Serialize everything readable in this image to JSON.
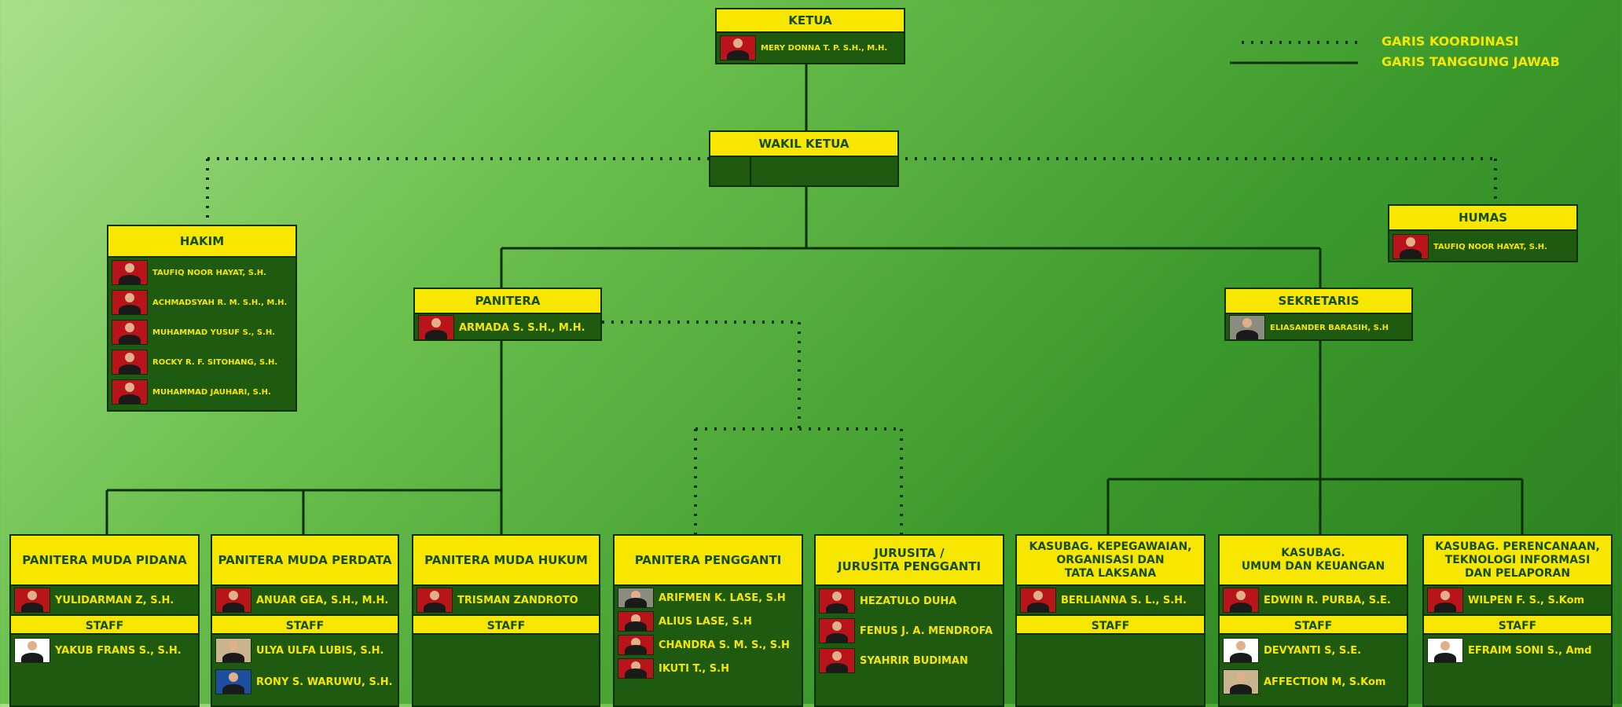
{
  "legend": {
    "coord": "GARIS KOORDINASI",
    "resp": "GARIS TANGGUNG JAWAB"
  },
  "ketua": {
    "title": "KETUA",
    "name": "MERY DONNA T. P. S.H., M.H."
  },
  "wakil": {
    "title": "WAKIL KETUA"
  },
  "hakim": {
    "title": "HAKIM",
    "members": [
      "TAUFIQ NOOR HAYAT, S.H.",
      "ACHMADSYAH R. M. S.H., M.H.",
      "MUHAMMAD YUSUF S., S.H.",
      "ROCKY R. F. SITOHANG, S.H.",
      "MUHAMMAD JAUHARI, S.H."
    ]
  },
  "humas": {
    "title": "HUMAS",
    "name": "TAUFIQ NOOR HAYAT, S.H."
  },
  "panitera": {
    "title": "PANITERA",
    "name": "ARMADA S. S.H., M.H."
  },
  "sekretaris": {
    "title": "SEKRETARIS",
    "name": "ELIASANDER BARASIH, S.H"
  },
  "pm_pidana": {
    "title": "PANITERA MUDA PIDANA",
    "head": "YULIDARMAN Z, S.H.",
    "staff_label": "STAFF",
    "staff": [
      "YAKUB FRANS S., S.H."
    ]
  },
  "pm_perdata": {
    "title": "PANITERA MUDA PERDATA",
    "head": "ANUAR GEA, S.H., M.H.",
    "staff_label": "STAFF",
    "staff": [
      "ULYA ULFA LUBIS, S.H.",
      "RONY S. WARUWU, S.H."
    ]
  },
  "pm_hukum": {
    "title": "PANITERA MUDA HUKUM",
    "head": "TRISMAN ZANDROTO",
    "staff_label": "STAFF",
    "staff": []
  },
  "pengganti": {
    "title": "PANITERA PENGGANTI",
    "members": [
      "ARIFMEN K. LASE, S.H",
      "ALIUS LASE, S.H",
      "CHANDRA S. M. S., S.H",
      "IKUTI T., S.H"
    ]
  },
  "jurusita": {
    "title_line1": "JURUSITA /",
    "title_line2": "JURUSITA PENGGANTI",
    "members": [
      "HEZATULO DUHA",
      "FENUS J. A. MENDROFA",
      "SYAHRIR BUDIMAN"
    ]
  },
  "kepeg": {
    "title_line1": "KASUBAG. KEPEGAWAIAN,",
    "title_line2": "ORGANISASI DAN",
    "title_line3": "TATA LAKSANA",
    "head": "BERLIANNA S. L., S.H.",
    "staff_label": "STAFF",
    "staff": []
  },
  "umum": {
    "title_line1": "KASUBAG.",
    "title_line2": "UMUM DAN KEUANGAN",
    "head": "EDWIN R. PURBA, S.E.",
    "staff_label": "STAFF",
    "staff": [
      "DEVYANTI S, S.E.",
      "AFFECTION M, S.Kom"
    ]
  },
  "rencana": {
    "title_line1": "KASUBAG. PERENCANAAN,",
    "title_line2": "TEKNOLOGI INFORMASI",
    "title_line3": "DAN PELAPORAN",
    "head": "WILPEN F. S., S.Kom",
    "staff_label": "STAFF",
    "staff": [
      "EFRAIM SONI S., Amd"
    ]
  }
}
